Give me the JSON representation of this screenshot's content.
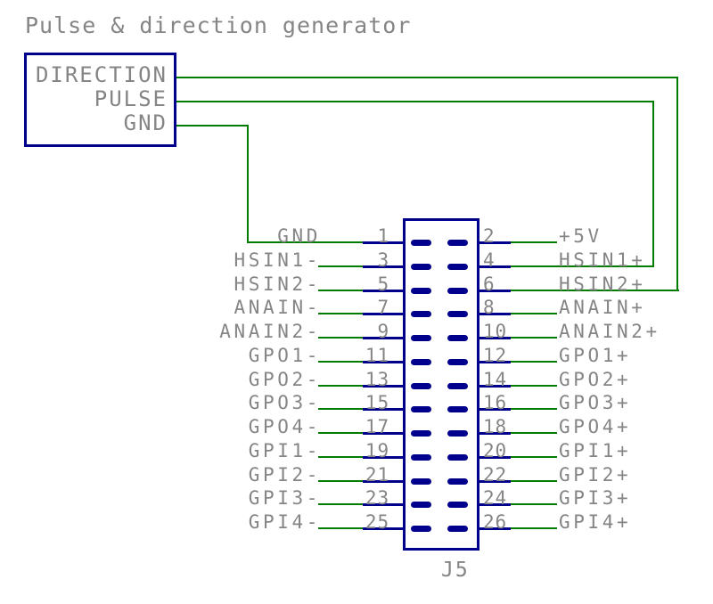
{
  "title": "Pulse & direction generator",
  "colors": {
    "wire_green": "#007C00",
    "symbol_navy": "#00008C",
    "text_gray": "#858585",
    "background": "#FFFFFF"
  },
  "generator": {
    "pins": [
      "DIRECTION",
      "PULSE",
      "GND"
    ]
  },
  "connector": {
    "name": "J5",
    "left_pins": [
      {
        "number": "1",
        "label": "GND"
      },
      {
        "number": "3",
        "label": "HSIN1-"
      },
      {
        "number": "5",
        "label": "HSIN2-"
      },
      {
        "number": "7",
        "label": "ANAIN-"
      },
      {
        "number": "9",
        "label": "ANAIN2-"
      },
      {
        "number": "11",
        "label": "GPO1-"
      },
      {
        "number": "13",
        "label": "GPO2-"
      },
      {
        "number": "15",
        "label": "GPO3-"
      },
      {
        "number": "17",
        "label": "GPO4-"
      },
      {
        "number": "19",
        "label": "GPI1-"
      },
      {
        "number": "21",
        "label": "GPI2-"
      },
      {
        "number": "23",
        "label": "GPI3-"
      },
      {
        "number": "25",
        "label": "GPI4-"
      }
    ],
    "right_pins": [
      {
        "number": "2",
        "label": "+5V"
      },
      {
        "number": "4",
        "label": "HSIN1+"
      },
      {
        "number": "6",
        "label": "HSIN2+"
      },
      {
        "number": "8",
        "label": "ANAIN+"
      },
      {
        "number": "10",
        "label": "ANAIN2+"
      },
      {
        "number": "12",
        "label": "GPO1+"
      },
      {
        "number": "14",
        "label": "GPO2+"
      },
      {
        "number": "16",
        "label": "GPO3+"
      },
      {
        "number": "18",
        "label": "GPO4+"
      },
      {
        "number": "20",
        "label": "GPI1+"
      },
      {
        "number": "22",
        "label": "GPI2+"
      },
      {
        "number": "24",
        "label": "GPI3+"
      },
      {
        "number": "26",
        "label": "GPI4+"
      }
    ]
  },
  "connections": [
    {
      "from": "generator DIRECTION",
      "to": "J5 pin 6 HSIN2+"
    },
    {
      "from": "generator PULSE",
      "to": "J5 pin 4 HSIN1+"
    },
    {
      "from": "generator GND",
      "to": "J5 pin 1 GND"
    }
  ]
}
